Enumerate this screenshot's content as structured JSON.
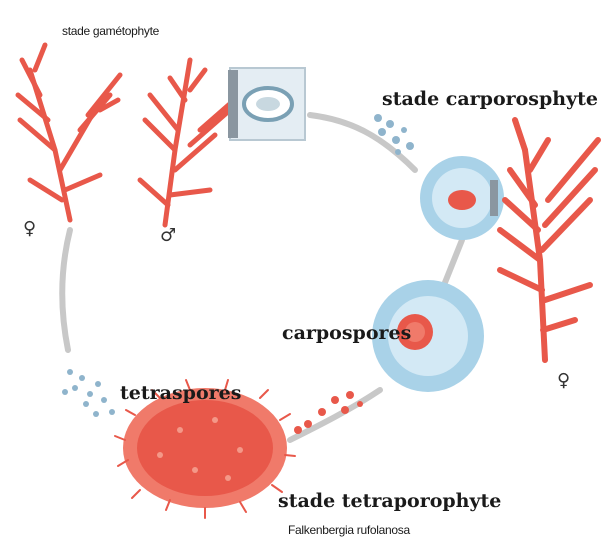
{
  "labels": {
    "gametophyte_stage": "stade gamétophyte",
    "carposporophyte_stage": "stade carporosphyte",
    "carpospores": "carpospores",
    "tetraspores": "tetraspores",
    "tetrasporophyte_stage": "stade tetraporophyte",
    "species": "Falkenbergia rufolanosa"
  },
  "symbols": {
    "female_left": "♀",
    "male": "♂",
    "female_right": "♀"
  },
  "colors": {
    "alga": "#e8584a",
    "alga_light": "#f07a6a",
    "cell_blue": "#a9d2e8",
    "cell_blue_light": "#d3e9f5",
    "arrow": "#c8c8c8",
    "spore_blue": "#8fb4cc",
    "spore_red": "#e8584a"
  }
}
